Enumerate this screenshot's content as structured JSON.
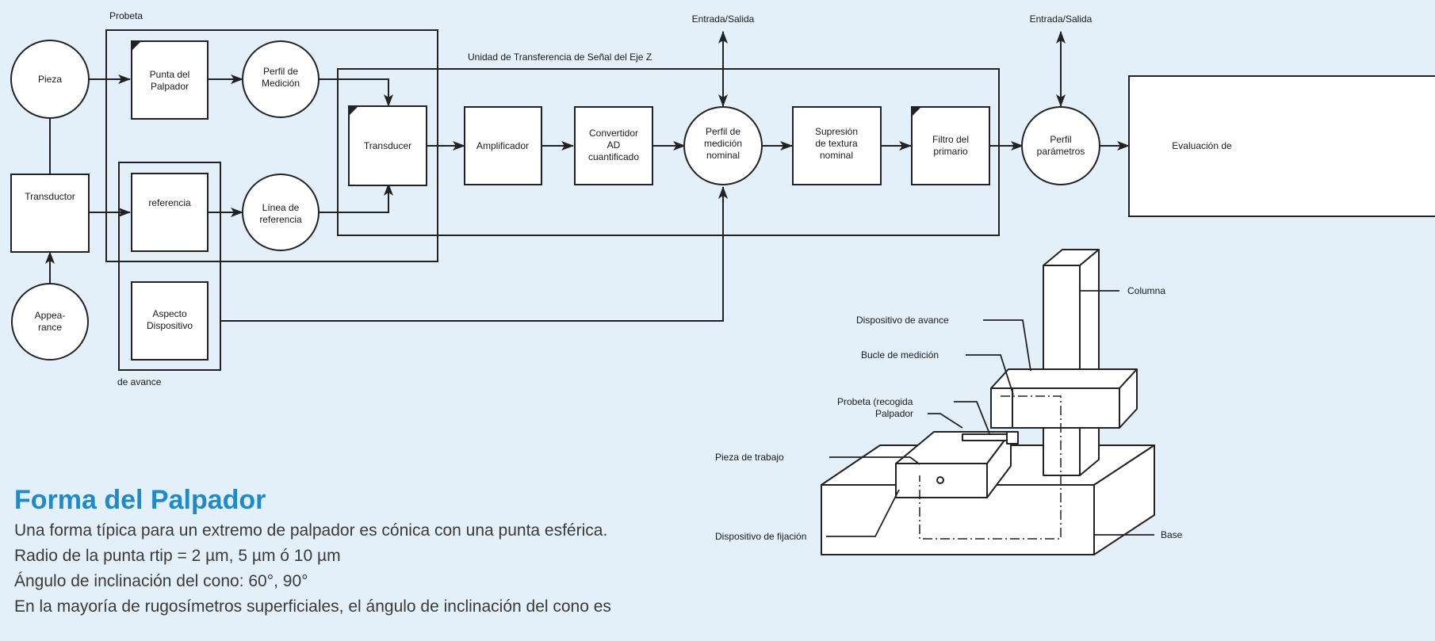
{
  "colors": {
    "background": "#e3eff9",
    "stroke": "#222222",
    "box_fill": "#ffffff",
    "title": "#1f8bc6"
  },
  "diagram": {
    "probeta": "Probeta",
    "de_avance": "de avance",
    "unidad": "Unidad de Transferencia de Señal del Eje Z",
    "io_1": "Entrada/Salida",
    "io_2": "Entrada/Salida",
    "pieza": "Pieza",
    "punta": [
      "Punta del",
      "Palpador"
    ],
    "perfil_medicion": [
      "Perfil de",
      "Medición"
    ],
    "transductor": "Transductor",
    "referencia": "referencia",
    "linea_ref": [
      "Línea de",
      "referencia"
    ],
    "appearance": [
      "Appea-",
      "rance"
    ],
    "aspecto": [
      "Aspecto",
      "Dispositivo"
    ],
    "transducer": "Transducer",
    "amplificador": "Amplificador",
    "convertidor": [
      "Convertidor",
      "AD",
      "cuantificado"
    ],
    "perfil_nominal": [
      "Perfil de",
      "medición",
      "nominal"
    ],
    "supresion": [
      "Supresión",
      "de textura",
      "nominal"
    ],
    "filtro": [
      "Filtro del",
      "primario"
    ],
    "perfil_param": [
      "Perfil",
      "parámetros"
    ],
    "evaluacion": "Evaluación de"
  },
  "machine": {
    "columna": "Columna",
    "avance": "Dispositivo de avance",
    "bucle": "Bucle de medición",
    "probeta": "Probeta (recogida",
    "palpador": "Palpador",
    "pieza": "Pieza de trabajo",
    "fijacion": "Dispositivo de fijación",
    "base": "Base"
  },
  "text": {
    "title": "Forma del Palpador",
    "p1": "Una forma típica para un extremo de palpador es cónica con una punta esférica.",
    "p2": "Radio de la punta rtip = 2 µm, 5 µm ó 10 µm",
    "p3": "Ángulo de inclinación del cono: 60°, 90°",
    "p4": "En la mayoría de rugosímetros superficiales, el ángulo de inclinación del cono es"
  }
}
